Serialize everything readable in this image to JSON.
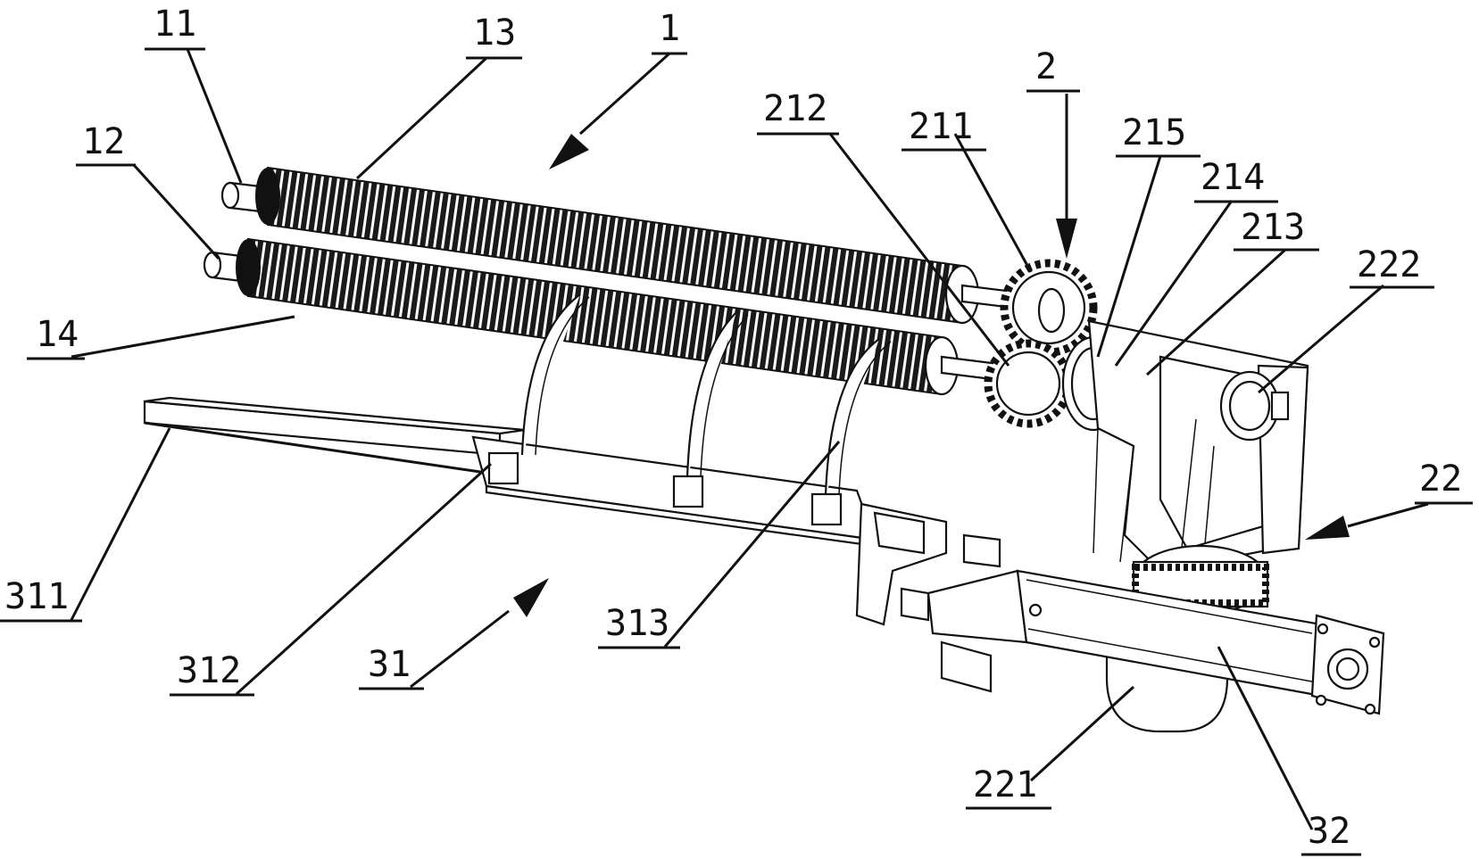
{
  "figure": {
    "labels": {
      "l1": "1",
      "l2": "2",
      "l11": "11",
      "l12": "12",
      "l13": "13",
      "l14": "14",
      "l22": "22",
      "l31": "31",
      "l32": "32",
      "l211": "211",
      "l212": "212",
      "l213": "213",
      "l214": "214",
      "l215": "215",
      "l221": "221",
      "l222": "222",
      "l311": "311",
      "l312": "312",
      "l313": "313"
    }
  }
}
